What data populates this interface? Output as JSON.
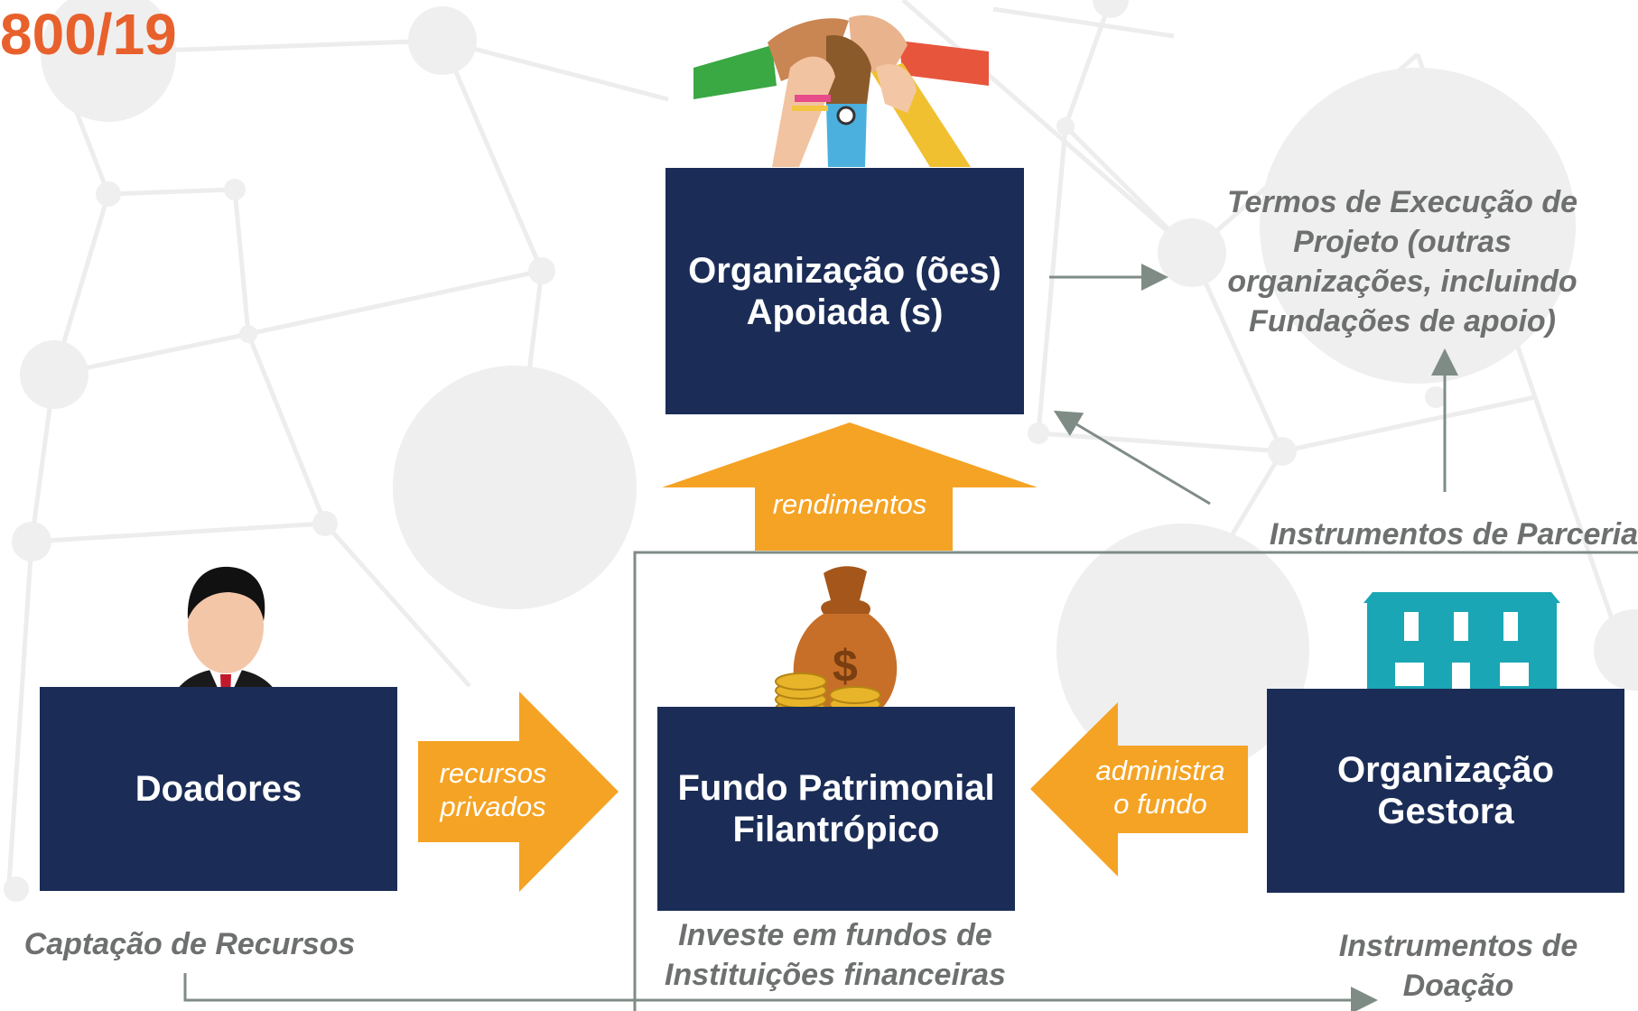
{
  "header": {
    "code": "800/19"
  },
  "nodes": {
    "apoiada": {
      "line1": "Organização (ões)",
      "line2": "Apoiada (s)"
    },
    "doadores": {
      "label": "Doadores"
    },
    "fundo": {
      "line1": "Fundo Patrimonial",
      "line2": "Filantrópico"
    },
    "gestora": {
      "line1": "Organização",
      "line2": "Gestora"
    }
  },
  "arrows": {
    "rendimentos": "rendimentos",
    "recursos_line1": "recursos",
    "recursos_line2": "privados",
    "administra_line1": "administra",
    "administra_line2": "o fundo"
  },
  "labels": {
    "termos_line1": "Termos de Execução de",
    "termos_line2": "Projeto (outras",
    "termos_line3": "organizações, incluindo",
    "termos_line4": "Fundações de apoio)",
    "instrumentos_parceria": "Instrumentos de Parceria",
    "captacao": "Captação de Recursos",
    "investe_line1": "Investe em fundos de",
    "investe_line2": "Instituições financeiras",
    "instrumentos_doacao_line1": "Instrumentos de",
    "instrumentos_doacao_line2": "Doação"
  },
  "icons": {
    "top": "hands-together-icon",
    "doadores": "businessman-icon",
    "fundo": "money-bag-icon",
    "gestora": "building-icon"
  },
  "colors": {
    "box": "#1b2d57",
    "arrow": "#f5a324",
    "accent_title": "#e8602c",
    "gray_text": "#6e7070",
    "connector": "#7f8c86",
    "background_network": "#efefef"
  }
}
